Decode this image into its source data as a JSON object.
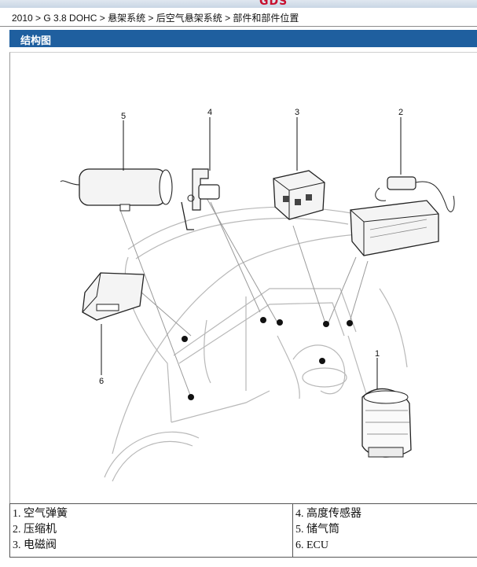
{
  "header": {
    "brand": "GDS",
    "breadcrumb": "2010 > G 3.8 DOHC > 悬架系统 > 后空气悬架系统 > 部件和部件位置"
  },
  "section": {
    "title": "结构图"
  },
  "diagram": {
    "callouts": [
      "1",
      "2",
      "3",
      "4",
      "5",
      "6"
    ]
  },
  "legend": {
    "left": [
      "1.  空气弹簧",
      "2.  压缩机",
      "3.  电磁阀"
    ],
    "right": [
      "4.  高度传感器",
      "5.  储气筒",
      "6.  ECU"
    ]
  }
}
